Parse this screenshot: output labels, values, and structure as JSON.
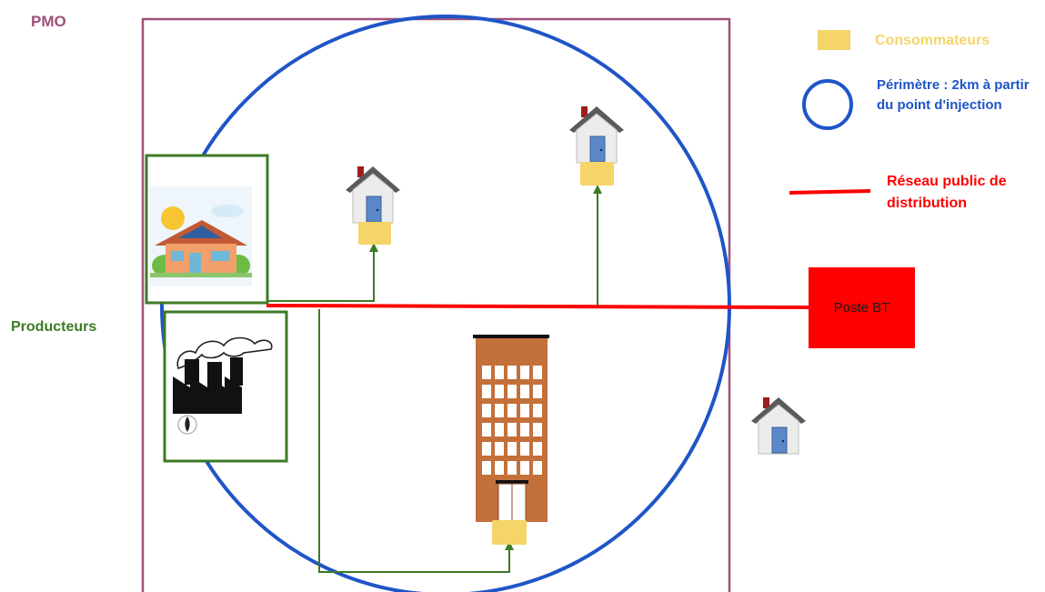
{
  "labels": {
    "pmo": "PMO",
    "producteurs": "Producteurs",
    "poste": "Poste BT"
  },
  "legend": {
    "consommateurs": "Consommateurs",
    "perimetre": "Périmètre : 2km à partir du point d'injection",
    "reseau": "Réseau public de distribution"
  },
  "colors": {
    "pmo": "#a0507a",
    "producteurs": "#3d7a26",
    "consommateurs": "#f5d469",
    "perimetre": "#1f55c7",
    "reseau": "#ff0000"
  },
  "icons": [
    "solar-house-icon",
    "factory-icon",
    "house-icon",
    "office-building-icon",
    "consumer-marker-icon"
  ]
}
